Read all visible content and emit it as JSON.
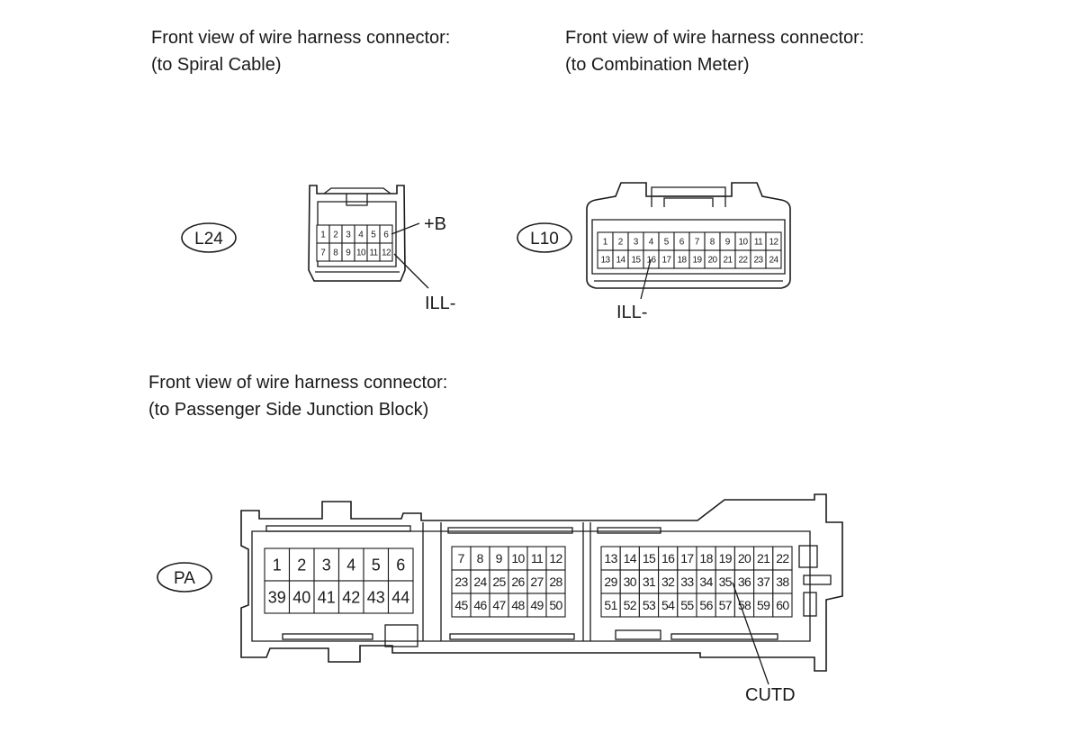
{
  "captions": {
    "spiral": {
      "line1": "Front view of wire harness connector:",
      "line2": "(to Spiral Cable)"
    },
    "meter": {
      "line1": "Front view of wire harness connector:",
      "line2": "(to Combination Meter)"
    },
    "junction": {
      "line1": "Front view of wire harness connector:",
      "line2": "(to Passenger Side Junction Block)"
    }
  },
  "connectors": {
    "l24": {
      "tag": "L24",
      "rows": [
        [
          "1",
          "2",
          "3",
          "4",
          "5",
          "6"
        ],
        [
          "7",
          "8",
          "9",
          "10",
          "11",
          "12"
        ]
      ],
      "labels": {
        "b_plus": "+B",
        "ill_minus": "ILL-"
      }
    },
    "l10": {
      "tag": "L10",
      "rows": [
        [
          "1",
          "2",
          "3",
          "4",
          "5",
          "6",
          "7",
          "8",
          "9",
          "10",
          "11",
          "12"
        ],
        [
          "13",
          "14",
          "15",
          "16",
          "17",
          "18",
          "19",
          "20",
          "21",
          "22",
          "23",
          "24"
        ]
      ],
      "labels": {
        "ill_minus": "ILL-"
      }
    },
    "pa": {
      "tag": "PA",
      "group1": [
        [
          "1",
          "2",
          "3",
          "4",
          "5",
          "6"
        ],
        [
          "39",
          "40",
          "41",
          "42",
          "43",
          "44"
        ]
      ],
      "group2": [
        [
          "7",
          "8",
          "9",
          "10",
          "11",
          "12"
        ],
        [
          "23",
          "24",
          "25",
          "26",
          "27",
          "28"
        ],
        [
          "45",
          "46",
          "47",
          "48",
          "49",
          "50"
        ]
      ],
      "group3": [
        [
          "13",
          "14",
          "15",
          "16",
          "17",
          "18",
          "19",
          "20",
          "21",
          "22"
        ],
        [
          "29",
          "30",
          "31",
          "32",
          "33",
          "34",
          "35",
          "36",
          "37",
          "38"
        ],
        [
          "51",
          "52",
          "53",
          "54",
          "55",
          "56",
          "57",
          "58",
          "59",
          "60"
        ]
      ],
      "labels": {
        "cutd": "CUTD"
      }
    }
  }
}
